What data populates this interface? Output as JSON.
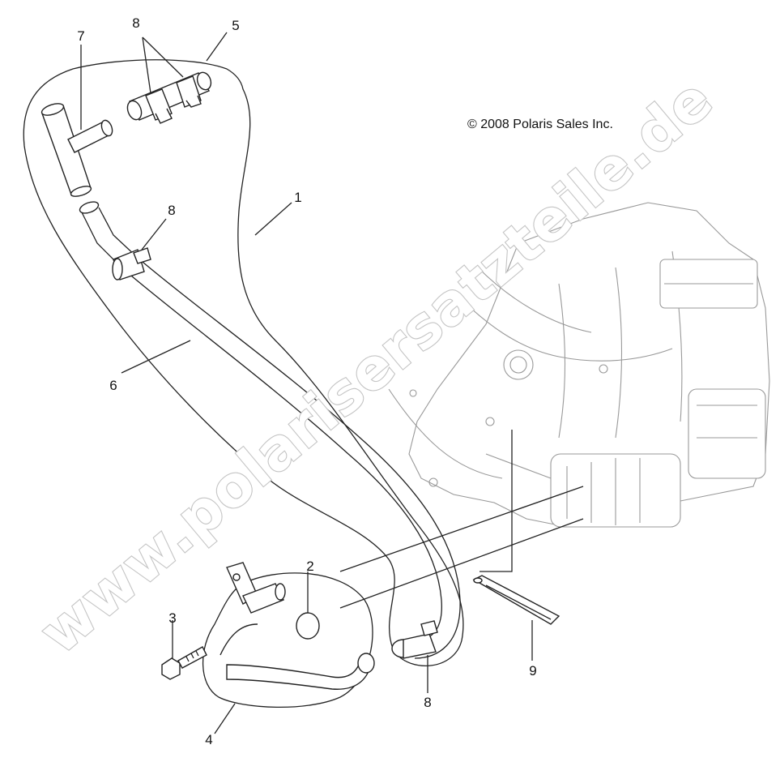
{
  "copyright": "© 2008 Polaris Sales Inc.",
  "watermark": "www.polarisersatzteile.de",
  "callouts": {
    "c1": "1",
    "c2": "2",
    "c3": "3",
    "c4": "4",
    "c5": "5",
    "c6": "6",
    "c7": "7",
    "c8a": "8",
    "c8b": "8",
    "c8c": "8",
    "c9": "9"
  }
}
